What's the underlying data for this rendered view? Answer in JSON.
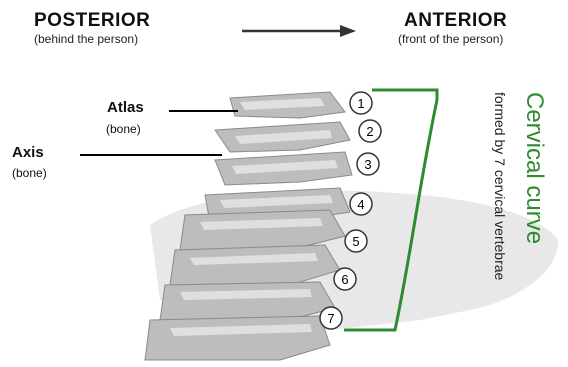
{
  "header": {
    "posterior": "POSTERIOR",
    "posterior_sub": "(behind the person)",
    "anterior": "ANTERIOR",
    "anterior_sub": "(front of the person)"
  },
  "labels": {
    "atlas": "Atlas",
    "atlas_sub": "(bone)",
    "axis": "Axis",
    "axis_sub": "(bone)"
  },
  "curve": {
    "title": "Cervical curve",
    "subtitle": "formed by 7 cervical vertebrae"
  },
  "vertebrae": [
    "1",
    "2",
    "3",
    "4",
    "5",
    "6",
    "7"
  ],
  "colors": {
    "curve_green": "#2e8b2e",
    "bone": "#b8b8b8"
  }
}
